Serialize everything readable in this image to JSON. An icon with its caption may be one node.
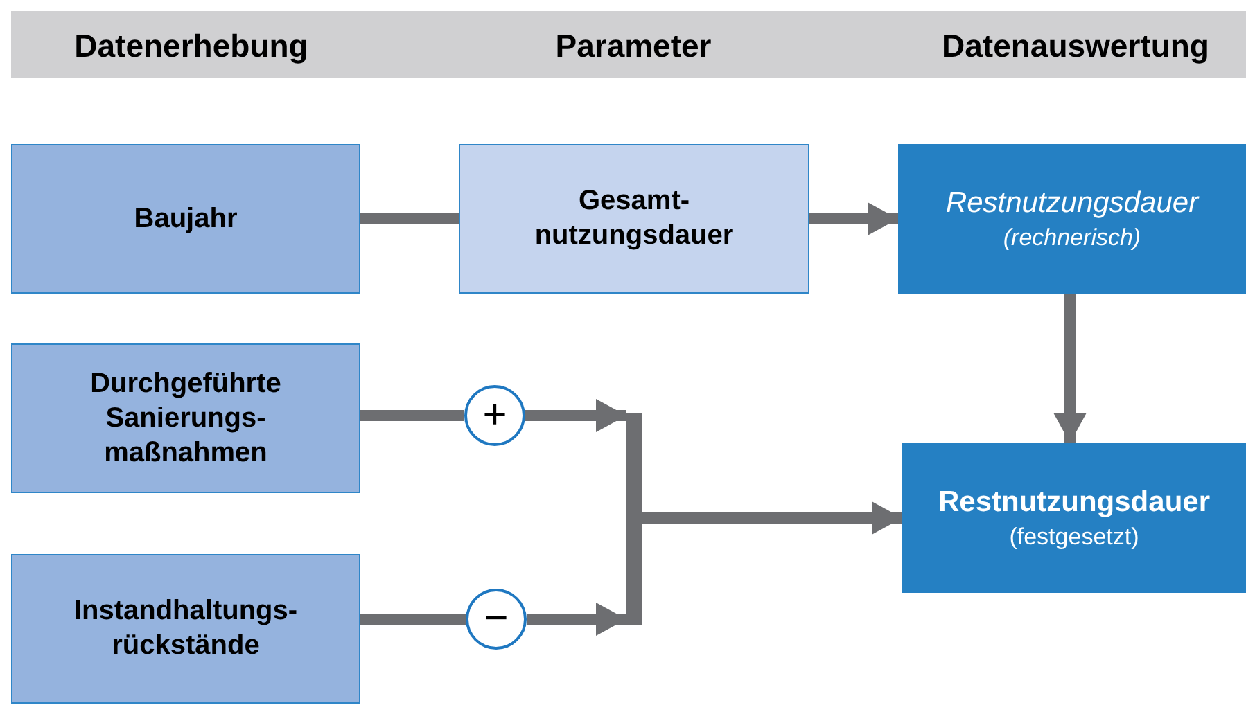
{
  "diagram": {
    "nodes": [
      {
        "text": [
          "Baujahr"
        ]
      },
      {
        "text": [
          "Gesamt- nutzungsdauer"
        ]
      },
      {
        "text": [
          "Restnutzungsdauer",
          "(rechnerisch)"
        ]
      },
      {
        "text": [
          "Durchgeführte Sanierungs- maßnahmen"
        ]
      },
      {
        "text": [
          "Instandhaltungs- rückstände"
        ]
      },
      {
        "text": [
          "+"
        ]
      },
      {
        "text": [
          "−"
        ]
      },
      {
        "text": [],
        "shape": "bar"
      },
      {
        "text": [
          "Restnutzungsdauer",
          "(festgesetzt)"
        ]
      }
    ],
    "edges": [
      {
        "from": 0,
        "to": 1,
        "arrow": "none"
      },
      {
        "from": 1,
        "to": 2,
        "arrow": "to"
      },
      {
        "from": 2,
        "to": 8,
        "arrow": "to"
      },
      {
        "from": 3,
        "to": 5,
        "arrow": "none"
      },
      {
        "from": 5,
        "to": 7,
        "arrow": "to"
      },
      {
        "from": 4,
        "to": 6,
        "arrow": "none"
      },
      {
        "from": 6,
        "to": 7,
        "arrow": "to"
      },
      {
        "from": 7,
        "to": 8,
        "arrow": "to"
      }
    ],
    "labels": [
      "Datenerhebung",
      "Parameter",
      "Datenauswertung"
    ]
  }
}
